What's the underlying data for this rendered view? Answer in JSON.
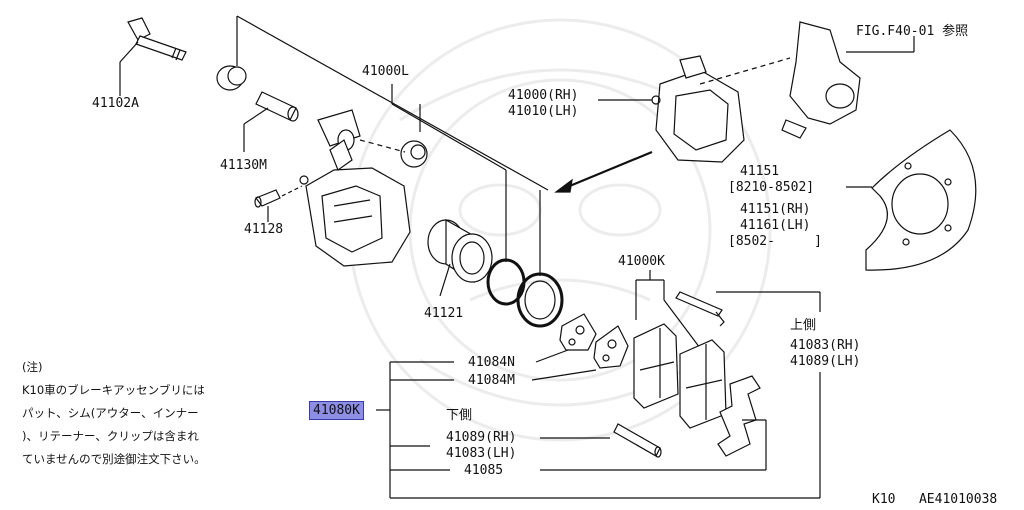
{
  "labels": {
    "p41102a": "41102A",
    "p41130m": "41130M",
    "p41128": "41128",
    "p41000l": "41000L",
    "p41121": "41121",
    "p41000rh": "41000(RH)",
    "p41010lh": "41010(LH)",
    "fig_ref": "FIG.F40-01 参照",
    "p41151": "41151",
    "p41151_range": "[8210-8502]",
    "p41151rh": "41151(RH)",
    "p41161lh": "41161(LH)",
    "p8502_range": "[8502-     ]",
    "p41000k": "41000K",
    "upper_side": "上側",
    "p41083rh": "41083(RH)",
    "p41089lh": "41089(LH)",
    "p41084n": "41084N",
    "p41084m": "41084M",
    "lower_side": "下側",
    "p41089rh": "41089(RH)",
    "p41083lh": "41083(LH)",
    "p41085": "41085",
    "p41080k": "41080K",
    "footer_code": "K10   AE41010038"
  },
  "note": {
    "line1": "(注)",
    "line2": "K10車のブレーキアッセンブリには",
    "line3": "パット、シム(アウター、インナー",
    "line4": ")、リテーナー、クリップは含まれ",
    "line5": "ていませんので別途御注文下さい。"
  },
  "colors": {
    "line": "#111111",
    "highlight": "#8e8ee6",
    "watermark": "#ececec"
  },
  "icons": [
    "bolt-icon",
    "bushing-icon",
    "sleeve-icon",
    "bleeder-icon",
    "caliper-icon",
    "piston-icon",
    "seal-ring-icon",
    "dust-boot-icon",
    "knuckle-icon",
    "disc-shield-icon",
    "shim-icon",
    "brake-pad-icon",
    "retainer-clip-icon",
    "pad-pin-icon",
    "watermark-emblem-icon"
  ]
}
